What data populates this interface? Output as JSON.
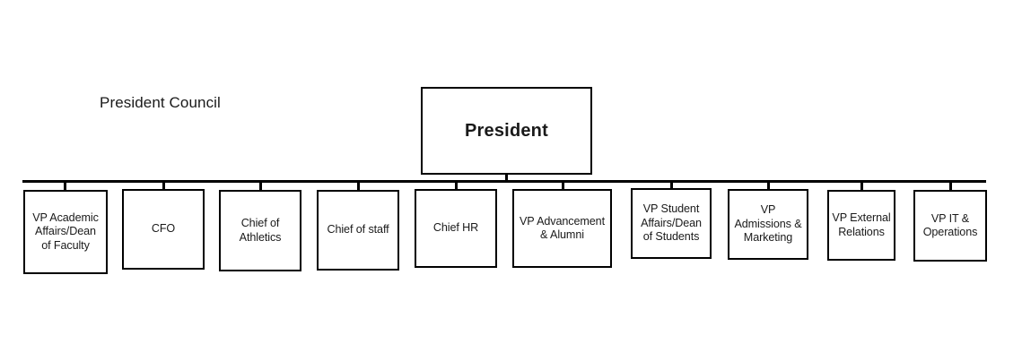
{
  "diagram": {
    "title_label": "President Council",
    "root": {
      "label": "President"
    },
    "colors": {
      "background": "#ffffff",
      "box_border": "#000000",
      "box_fill": "#ffffff",
      "text": "#1a1a1a",
      "connector": "#000000"
    },
    "nodes": [
      {
        "label": "VP Academic\nAffairs/Dean\nof Faculty"
      },
      {
        "label": "CFO"
      },
      {
        "label": "Chief of\nAthletics"
      },
      {
        "label": "Chief of staff"
      },
      {
        "label": "Chief HR"
      },
      {
        "label": "VP Advancement\n& Alumni"
      },
      {
        "label": "VP Student\nAffairs/Dean\nof Students"
      },
      {
        "label": "VP\nAdmissions &\nMarketing"
      },
      {
        "label": "VP External\nRelations"
      },
      {
        "label": "VP IT &\nOperations"
      }
    ]
  }
}
